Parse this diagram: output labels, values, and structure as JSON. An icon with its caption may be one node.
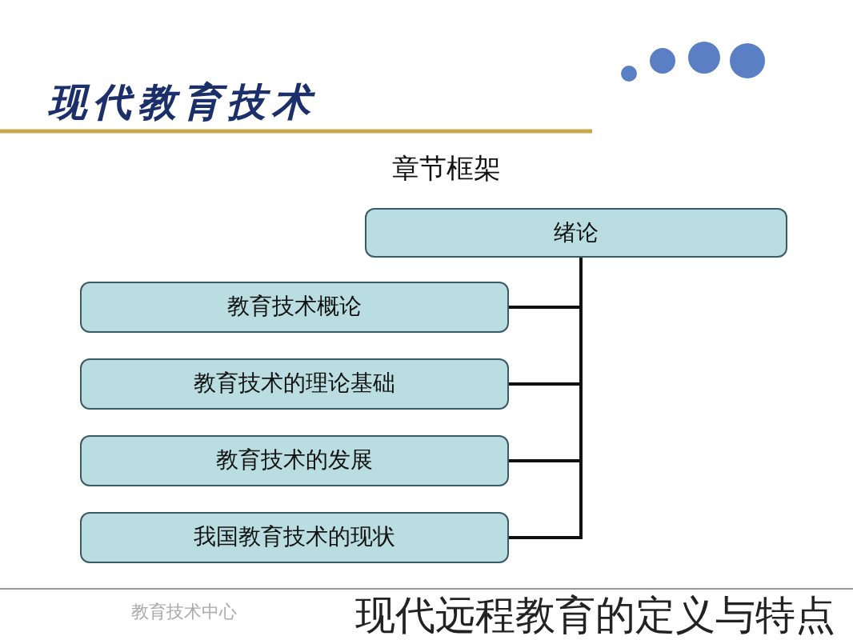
{
  "diagram": {
    "title": "现代教育技术",
    "caption": "现代远程教育的定义与特点",
    "nodes": [
      {
        "text": [
          "绪论"
        ]
      },
      {
        "text": [
          "教育技术概论"
        ]
      },
      {
        "text": [
          "教育技术的理论基础"
        ]
      },
      {
        "text": [
          "教育技术的发展"
        ]
      },
      {
        "text": [
          "我国教育技术的现状"
        ]
      }
    ],
    "edges": [
      {
        "from": 0,
        "to": 1,
        "arrow": "none"
      },
      {
        "from": 0,
        "to": 2,
        "arrow": "none"
      },
      {
        "from": 0,
        "to": 3,
        "arrow": "none"
      },
      {
        "from": 0,
        "to": 4,
        "arrow": "none"
      }
    ],
    "labels": [
      "章节框架",
      "教育技术中心"
    ]
  }
}
